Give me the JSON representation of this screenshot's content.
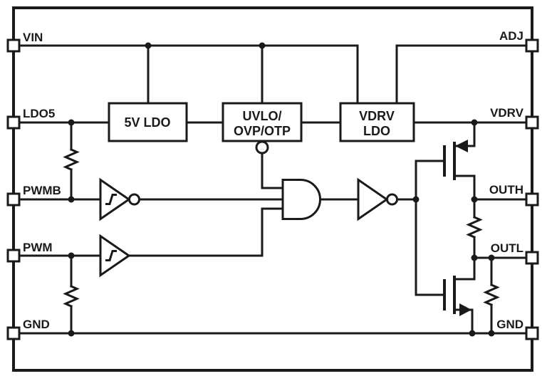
{
  "diagram": {
    "pins_left": [
      {
        "label": "VIN"
      },
      {
        "label": "LDO5"
      },
      {
        "label": "PWMB"
      },
      {
        "label": "PWM"
      },
      {
        "label": "GND"
      }
    ],
    "pins_right": [
      {
        "label": "ADJ"
      },
      {
        "label": "VDRV"
      },
      {
        "label": "OUTH"
      },
      {
        "label": "OUTL"
      },
      {
        "label": "GND"
      }
    ],
    "blocks": {
      "ldo_5v": {
        "label": "5V LDO"
      },
      "uvlo": {
        "line1": "UVLO/",
        "line2": "OVP/OTP"
      },
      "vdrv_ldo": {
        "line1": "VDRV",
        "line2": "LDO"
      }
    },
    "colors": {
      "line": "#1a1a1a",
      "background": "#ffffff"
    }
  }
}
